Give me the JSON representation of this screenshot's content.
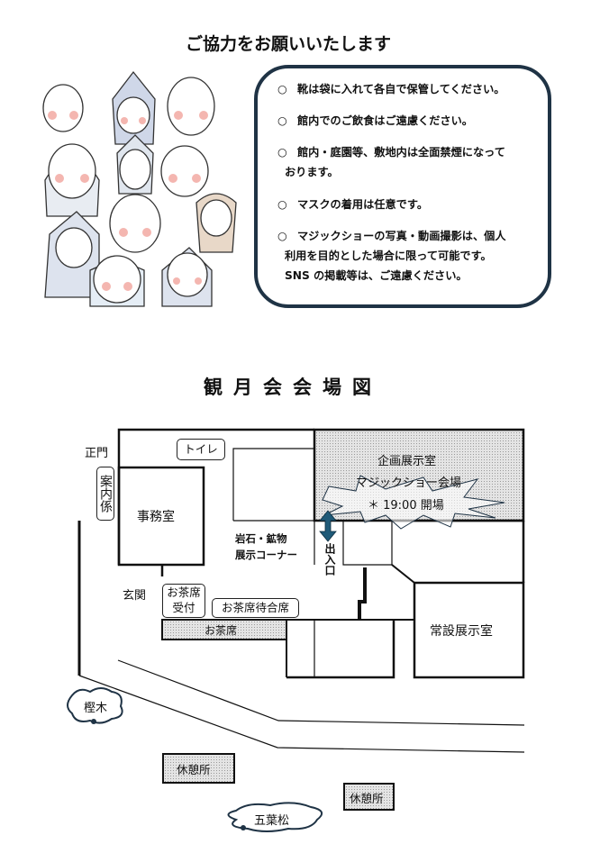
{
  "header": {
    "title": "ご協力をお願いいたします"
  },
  "rules": {
    "bullet": "○",
    "items": [
      {
        "line1": "靴は袋に入れて各自で保管してください。"
      },
      {
        "line1": "館内でのご飲食はご遠慮ください。"
      },
      {
        "line1": "館内・庭園等、敷地内は全面禁煙になって",
        "line2": "おります。"
      },
      {
        "line1": "マスクの着用は任意です。"
      },
      {
        "line1": "マジックショーの写真・動画撮影は、個人",
        "line2": "利用を目的とした場合に限って可能です。",
        "line3": "SNS の掲載等は、ご遠慮ください。"
      }
    ]
  },
  "map": {
    "title": "観月会会場図",
    "labels": {
      "main_gate": "正門",
      "guide": "案内係",
      "toilet": "トイレ",
      "office": "事務室",
      "special_hall": "企画展示室",
      "magic_venue": "マジックショー会場",
      "open_time": "＊ 19:00 開場",
      "rock_corner_1": "岩石・鉱物",
      "rock_corner_2": "展示コーナー",
      "entrance_exit": "出入口",
      "entrance": "玄関",
      "tea_reception_1": "お茶席",
      "tea_reception_2": "受付",
      "tea_waiting": "お茶席待合席",
      "tea_room": "お茶席",
      "permanent_hall": "常設展示室",
      "tree_kashi": "樫木",
      "rest_area_1": "休憩所",
      "rest_area_2": "休憩所",
      "pine": "五葉松"
    },
    "colors": {
      "outline": "#111111",
      "accent": "#1f4e66",
      "shade": "#cfcfcf"
    }
  }
}
